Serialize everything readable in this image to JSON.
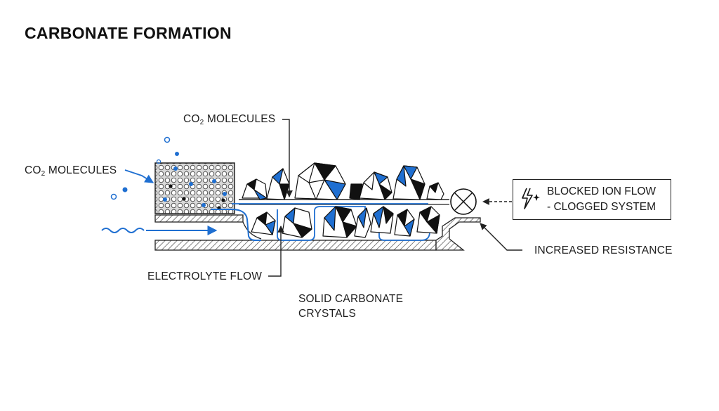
{
  "title": "CARBONATE FORMATION",
  "labels": {
    "co2_top": {
      "prefix": "CO",
      "sub": "2",
      "rest": " MOLECULES"
    },
    "co2_left": {
      "prefix": "CO",
      "sub": "2",
      "rest": " MOLECULES"
    },
    "electrolyte_flow": "ELECTROLYTE FLOW",
    "solid_carbonate_line1": "SOLID CARBONATE",
    "solid_carbonate_line2": "CRYSTALS",
    "increased_resistance": "INCREASED RESISTANCE"
  },
  "callout": {
    "line1": "BLOCKED ION FLOW",
    "line2": "- CLOGGED SYSTEM",
    "icon": "lightning-spark-icon"
  },
  "icons": {
    "blocked": "blocked-x-circle-icon"
  },
  "colors": {
    "accent_blue": "#1f6fd1",
    "ink": "#111111",
    "hatch": "#3a3a3a"
  }
}
